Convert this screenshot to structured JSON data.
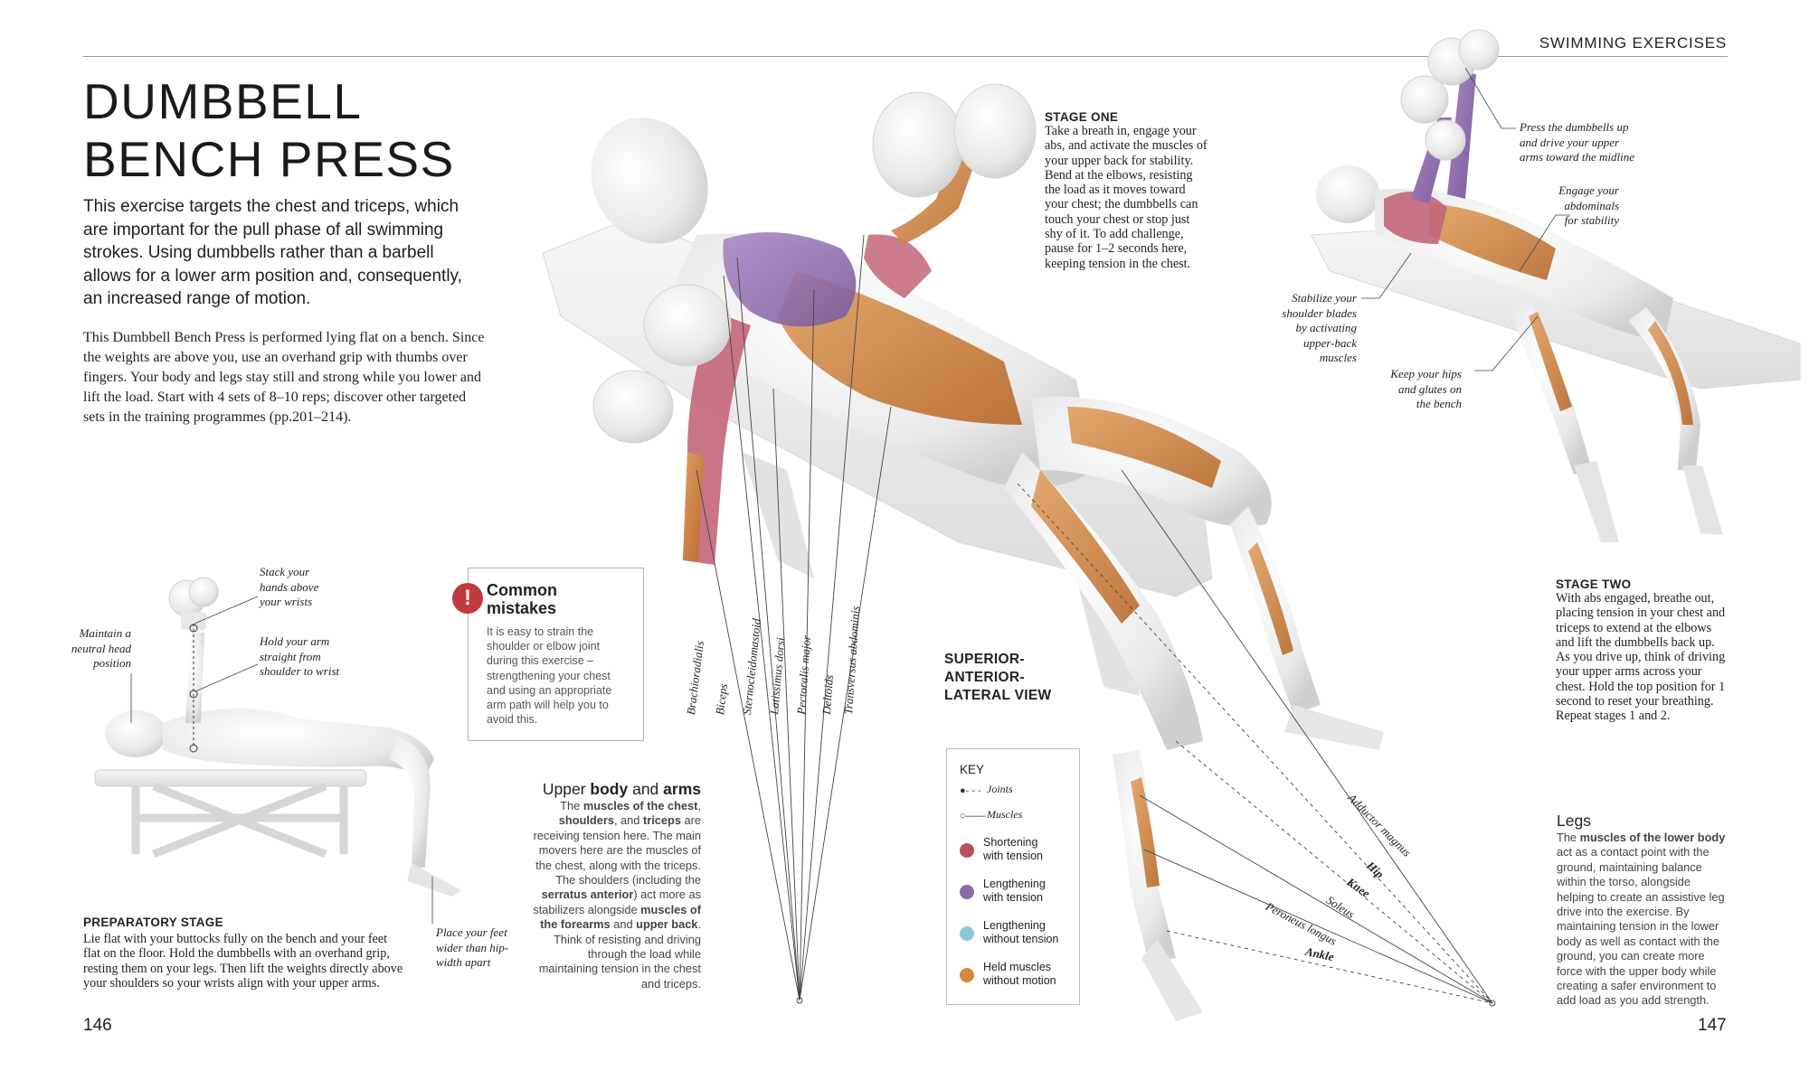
{
  "header": {
    "section": "SWIMMING EXERCISES"
  },
  "title": {
    "line1": "DUMBBELL",
    "line2": "BENCH PRESS"
  },
  "intro": "This exercise targets the chest and triceps, which are important for the pull phase of all swimming strokes. Using dumbbells rather than a barbell allows for a lower arm position and, consequently, an increased range of motion.",
  "body": "This Dumbbell Bench Press is performed lying flat on a bench. Since the weights are above you, use an overhand grip with thumbs over fingers. Your body and legs stay still and strong while you lower and lift the load. Start with 4 sets of 8–10 reps; discover other targeted sets in the training programmes (pp.201–214).",
  "prep_annotations": {
    "stack": [
      "Stack your",
      "hands above",
      "your wrists"
    ],
    "head": [
      "Maintain a",
      "neutral head",
      "position"
    ],
    "arm": [
      "Hold your arm",
      "straight from",
      "shoulder to wrist"
    ],
    "feet": [
      "Place your feet",
      "wider than hip-",
      "width apart"
    ]
  },
  "preparatory": {
    "heading": "PREPARATORY STAGE",
    "text": "Lie flat with your buttocks fully on the bench and your feet flat on the floor. Hold the dumbbells with an overhand grip, resting them on your legs. Then lift the weights directly above your shoulders so your wrists align with your upper arms."
  },
  "common_mistakes": {
    "title_line1": "Common",
    "title_line2": "mistakes",
    "text": "It is easy to strain the shoulder or elbow joint during this exercise – strengthening your chest and using an appropriate arm path will help you to avoid this."
  },
  "upper_body": {
    "title_plain": "Upper ",
    "title_bold1": "body",
    "title_mid": " and ",
    "title_bold2": "arms",
    "t1": "The ",
    "b1": "muscles of the chest",
    "t2": ", ",
    "b2": "shoulders",
    "t3": ", and ",
    "b3": "triceps",
    "t4": " are receiving tension here. The main movers here are the muscles of the chest, along with the triceps. The shoulders (including the ",
    "b4": "serratus anterior",
    "t5": ") act more as stabilizers alongside ",
    "b5": "muscles of the forearms",
    "t6": " and ",
    "b6": "upper back",
    "t7": ". Think of resisting and driving through the load while maintaining tension in the chest and triceps."
  },
  "upper_muscles": [
    "Brachioradialis",
    "Biceps",
    "Sternocleidomastoid",
    "Latissimus dorsi",
    "Pectoralis major",
    "Deltoids",
    "Transversus abdominis"
  ],
  "view_label": {
    "line1": "SUPERIOR-",
    "line2": "ANTERIOR-",
    "line3": "LATERAL VIEW"
  },
  "stage_one": {
    "heading": "STAGE ONE",
    "text": "Take a breath in, engage your abs, and activate the muscles of your upper back for stability. Bend at the elbows, resisting the load as it moves toward your chest; the dumbbells can touch your chest or stop just shy of it. To add challenge, pause for 1–2 seconds here, keeping tension in the chest."
  },
  "stage_two_annotations": {
    "press": [
      "Press the dumbbells up",
      "and drive your upper",
      "arms toward the midline"
    ],
    "abs": [
      "Engage your",
      "abdominals",
      "for stability"
    ],
    "blades": [
      "Stabilize your",
      "shoulder blades",
      "by activating",
      "upper-back",
      "muscles"
    ],
    "hips": [
      "Keep your hips",
      "and glutes on",
      "the bench"
    ]
  },
  "stage_two": {
    "heading": "STAGE TWO",
    "text": "With abs engaged, breathe out, placing tension in your chest and triceps to extend at the elbows and lift the dumbbells back up. As you drive up, think of driving your upper arms across your chest. Hold the top position for 1 second to reset your breathing. Repeat stages 1 and 2."
  },
  "key": {
    "title": "KEY",
    "joints": "Joints",
    "muscles": "Muscles",
    "items": [
      {
        "label1": "Shortening",
        "label2": "with tension",
        "color": "#b8525e"
      },
      {
        "label1": "Lengthening",
        "label2": "with tension",
        "color": "#8a6aa8"
      },
      {
        "label1": "Lengthening",
        "label2": "without tension",
        "color": "#8cc8d3"
      },
      {
        "label1": "Held muscles",
        "label2": "without motion",
        "color": "#d28a3c"
      }
    ]
  },
  "leg_muscles": [
    "Adductor magnus",
    "Hip",
    "Knee",
    "Soleus",
    "Peroneus longus",
    "Ankle"
  ],
  "legs": {
    "title": "Legs",
    "t1": "The ",
    "b1": "muscles of the lower body",
    "t2": " act as a contact point with the ground, maintaining balance within the torso, alongside helping to create an assistive leg drive into the exercise. By maintaining tension in the lower body as well as contact with the ground, you can create more force with the upper body while creating a safer environment to add load as you add strength."
  },
  "pages": {
    "left": "146",
    "right": "147"
  },
  "colors": {
    "shortening": "#b8525e",
    "lengthening": "#8a6aa8",
    "lengthening_no_tension": "#8cc8d3",
    "held": "#d28a3c",
    "warning": "#c0393e"
  }
}
